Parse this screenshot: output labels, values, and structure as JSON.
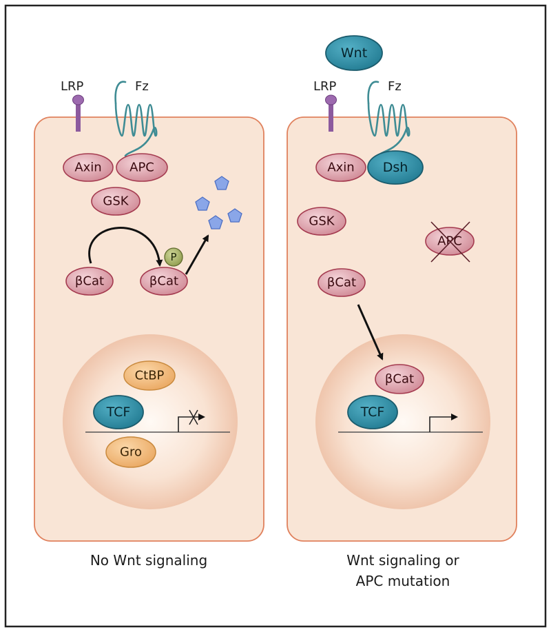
{
  "colors": {
    "cell_fill": "#f9e5d6",
    "cell_border": "#e0815d",
    "protein_red": "#d89aa4",
    "protein_red_border": "#a43a4f",
    "protein_blue": "#2d8ca4",
    "protein_blue_border": "#1b5c6d",
    "protein_orange": "#f2bd7e",
    "protein_orange_border": "#c98a3e",
    "phosphate_green": "#a8b46a",
    "lrp_purple": "#8c5a9e",
    "frizzled_teal": "#3f8c94",
    "pentagon_blue": "#8aa6e8"
  },
  "left_panel": {
    "lrp_label": "LRP",
    "fz_label": "Fz",
    "axin": "Axin",
    "apc": "APC",
    "gsk": "GSK",
    "bcat_free": "βCat",
    "bcat_phos": "βCat",
    "phosphate": "P",
    "ctbp": "CtBP",
    "tcf": "TCF",
    "gro": "Gro",
    "caption": "No Wnt signaling"
  },
  "right_panel": {
    "wnt": "Wnt",
    "lrp_label": "LRP",
    "fz_label": "Fz",
    "axin": "Axin",
    "dsh": "Dsh",
    "gsk": "GSK",
    "apc_mutant": "APC",
    "bcat_free": "βCat",
    "bcat_nuclear": "βCat",
    "tcf": "TCF",
    "caption_line1": "Wnt signaling or",
    "caption_line2": "APC mutation"
  }
}
